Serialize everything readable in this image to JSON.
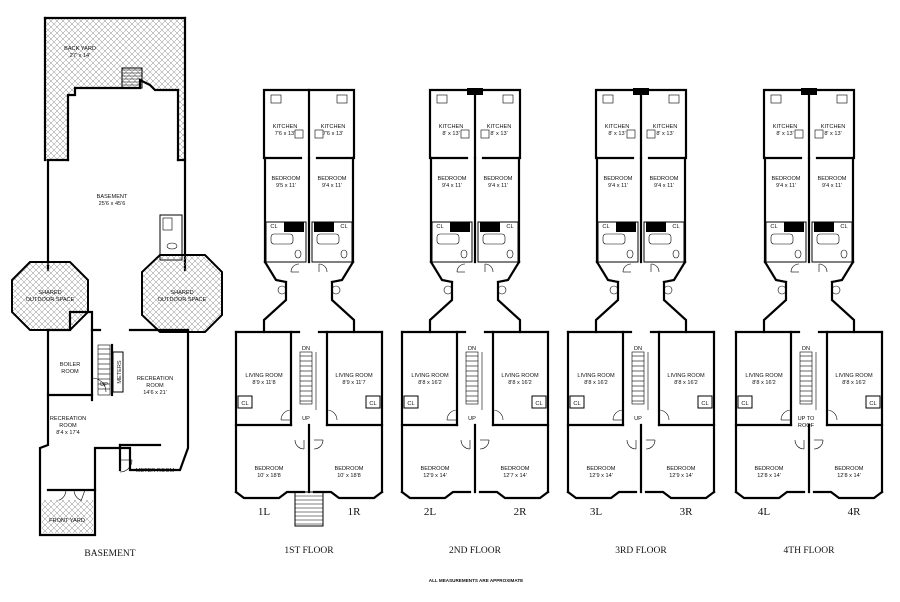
{
  "basement": {
    "back_yard": [
      "BACK YARD",
      "27' x 14'"
    ],
    "basement": [
      "BASEMENT",
      "25'6 x 45'6"
    ],
    "shared_left": [
      "SHARED",
      "OUTDOOR SPACE"
    ],
    "shared_right": [
      "SHARED",
      "OUTDOOR SPACE"
    ],
    "boiler": [
      "BOILER",
      "ROOM"
    ],
    "meters": "METERS",
    "up": "UP",
    "rec1": [
      "RECREATION",
      "ROOM",
      "14'6 x 21'"
    ],
    "rec2": [
      "RECREATION",
      "ROOM",
      "8'4 x 17'4"
    ],
    "meter_room": "METER ROOM",
    "front_yard": "FRONT YARD"
  },
  "floors": [
    {
      "caption": "1ST FLOOR",
      "units": [
        "1L",
        "1R"
      ],
      "kitchen": [
        [
          "KITCHEN",
          "7'6 x 13'"
        ],
        [
          "KITCHEN",
          "7'6 x 13'"
        ]
      ],
      "bedroom_rear": [
        [
          "BEDROOM",
          "9'5 x 11'"
        ],
        [
          "BEDROOM",
          "9'4 x 11'"
        ]
      ],
      "living": [
        [
          "LIVING ROOM",
          "8'9 x 11'8"
        ],
        [
          "LIVING ROOM",
          "8'9 x 11'7"
        ]
      ],
      "bedroom_front": [
        [
          "BEDROOM",
          "10' x 18'8"
        ],
        [
          "BEDROOM",
          "10' x 18'8"
        ]
      ],
      "stair_dn": "DN",
      "stair_up": "UP"
    },
    {
      "caption": "2ND FLOOR",
      "units": [
        "2L",
        "2R"
      ],
      "kitchen": [
        [
          "KITCHEN",
          "8' x 13'"
        ],
        [
          "KITCHEN",
          "8' x 13'"
        ]
      ],
      "bedroom_rear": [
        [
          "BEDROOM",
          "9'4 x 11'"
        ],
        [
          "BEDROOM",
          "9'4 x 11'"
        ]
      ],
      "living": [
        [
          "LIVING ROOM",
          "8'8 x 16'2"
        ],
        [
          "LIVING ROOM",
          "8'8 x 16'2"
        ]
      ],
      "bedroom_front": [
        [
          "BEDROOM",
          "12'9 x 14'"
        ],
        [
          "BEDROOM",
          "12'7 x 14'"
        ]
      ],
      "stair_dn": "DN",
      "stair_up": "UP"
    },
    {
      "caption": "3RD FLOOR",
      "units": [
        "3L",
        "3R"
      ],
      "kitchen": [
        [
          "KITCHEN",
          "8' x 13'"
        ],
        [
          "KITCHEN",
          "8' x 13'"
        ]
      ],
      "bedroom_rear": [
        [
          "BEDROOM",
          "9'4 x 11'"
        ],
        [
          "BEDROOM",
          "9'4 x 11'"
        ]
      ],
      "living": [
        [
          "LIVING ROOM",
          "8'8 x 16'2"
        ],
        [
          "LIVING ROOM",
          "8'8 x 16'2"
        ]
      ],
      "bedroom_front": [
        [
          "BEDROOM",
          "12'9 x 14'"
        ],
        [
          "BEDROOM",
          "12'9 x 14'"
        ]
      ],
      "stair_dn": "DN",
      "stair_up": "UP"
    },
    {
      "caption": "4TH FLOOR",
      "units": [
        "4L",
        "4R"
      ],
      "kitchen": [
        [
          "KITCHEN",
          "8' x 13'"
        ],
        [
          "KITCHEN",
          "8' x 13'"
        ]
      ],
      "bedroom_rear": [
        [
          "BEDROOM",
          "9'4 x 11'"
        ],
        [
          "BEDROOM",
          "9'4 x 11'"
        ]
      ],
      "living": [
        [
          "LIVING ROOM",
          "8'8 x 16'2"
        ],
        [
          "LIVING ROOM",
          "8'8 x 16'2"
        ]
      ],
      "bedroom_front": [
        [
          "BEDROOM",
          "12'8 x 14'"
        ],
        [
          "BEDROOM",
          "12'8 x 14'"
        ]
      ],
      "stair_dn": "DN",
      "stair_up": "UP TO ROOF"
    }
  ],
  "closet_label": "CL",
  "basement_caption": "BASEMENT",
  "note": "ALL MEASUREMENTS ARE APPROXIMATE"
}
